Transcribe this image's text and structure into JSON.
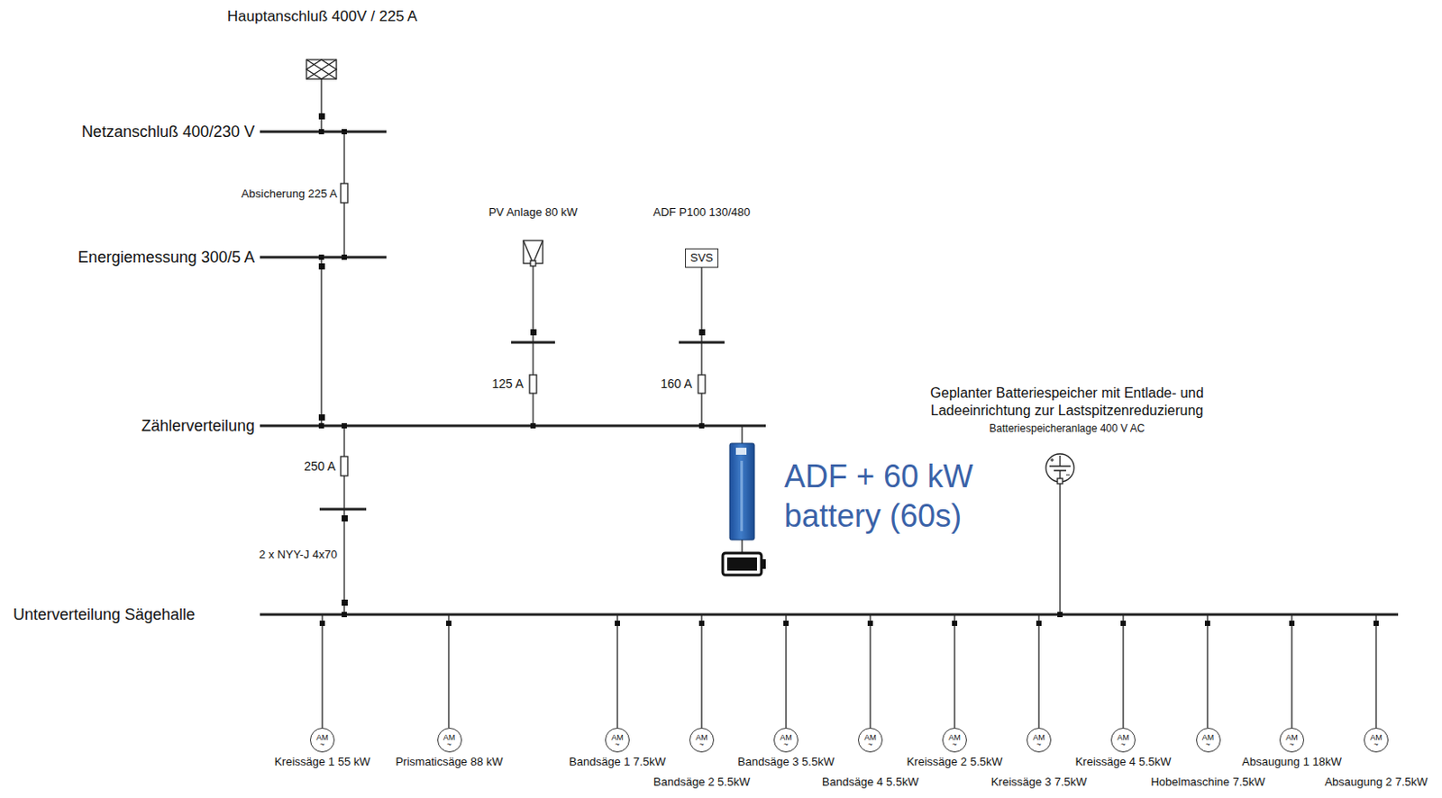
{
  "diagram": {
    "title": "Hauptanschluß 400V / 225 A",
    "nodes": [
      {
        "text": [
          "SVS"
        ]
      },
      {
        "text": [
          "AM",
          "~",
          "Kreissäge 1 55 kW"
        ]
      },
      {
        "text": [
          "AM",
          "~",
          "Prismaticsäge 88 kW"
        ]
      },
      {
        "text": [
          "AM",
          "~",
          "Bandsäge 1 7.5kW"
        ]
      },
      {
        "text": [
          "AM",
          "~",
          "Bandsäge 2 5.5kW"
        ]
      },
      {
        "text": [
          "AM",
          "~",
          "Bandsäge 3 5.5kW"
        ]
      },
      {
        "text": [
          "AM",
          "~",
          "Bandsäge 4 5.5kW"
        ]
      },
      {
        "text": [
          "AM",
          "~",
          "Kreissäge 2 5.5kW"
        ]
      },
      {
        "text": [
          "AM",
          "~",
          "Kreissäge 3 7.5kW"
        ]
      },
      {
        "text": [
          "AM",
          "~",
          "Kreissäge 4 5.5kW"
        ]
      },
      {
        "text": [
          "AM",
          "~",
          "Hobelmaschine 7.5kW"
        ]
      },
      {
        "text": [
          "AM",
          "~",
          "Absaugung 1 18kW"
        ]
      },
      {
        "text": [
          "AM",
          "~",
          "Absaugung 2 7.5kW"
        ]
      }
    ],
    "labels": [
      "Netzanschluß 400/230 V",
      "Absicherung 225 A",
      "Energiemessung 300/5 A",
      "PV Anlage 80 kW",
      "ADF P100 130/480",
      "125 A",
      "160 A",
      "Zählerverteilung",
      "250 A",
      "2 x NYY-J 4x70",
      "Unterverteilung Sägehalle",
      "ADF + 60 kW battery (60s)",
      "Geplanter Batteriespeicher mit Entlade- und Ladeeinrichtung zur Lastspitzenreduzierung",
      "Batteriespeicheranlage 400 V AC"
    ]
  }
}
